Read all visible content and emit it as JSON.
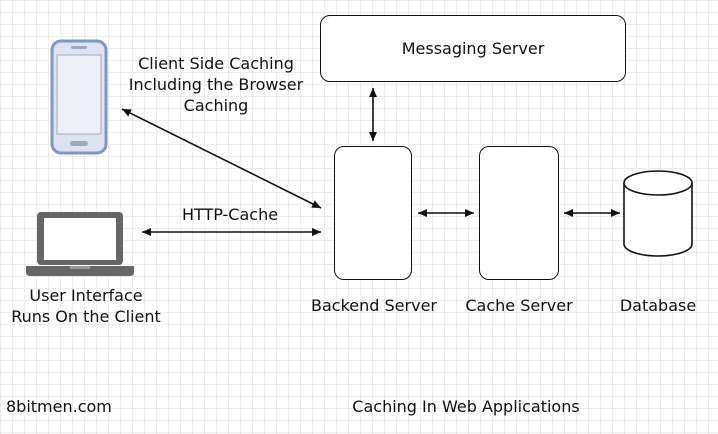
{
  "labels": {
    "client_caching": "Client Side Caching\nIncluding the Browser\nCaching",
    "http_cache": "HTTP-Cache",
    "messaging_server": "Messaging Server",
    "backend_server": "Backend Server",
    "cache_server": "Cache Server",
    "database": "Database",
    "user_interface": "User Interface\nRuns On the Client",
    "site": "8bitmen.com",
    "caption": "Caching In Web Applications"
  },
  "colors": {
    "phone_frame": "#7f97c4",
    "phone_screen": "#eef0f5",
    "laptop": "#666666",
    "line": "#111111"
  }
}
